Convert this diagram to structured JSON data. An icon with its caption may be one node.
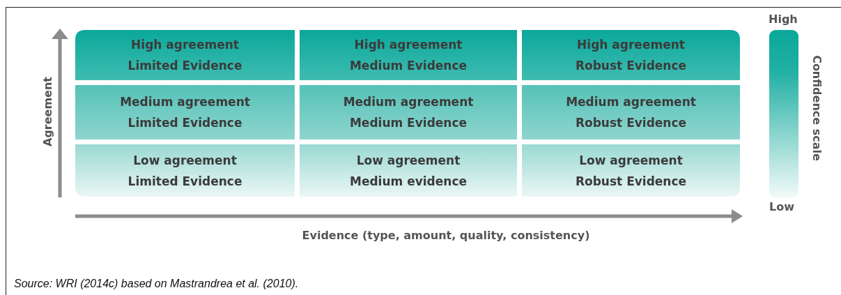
{
  "diagram": {
    "caption": "Source: WRI (2014c) based on Mastrandrea et al. (2010).",
    "nodes": [
      {
        "text": [
          "High agreement",
          "Limited Evidence"
        ]
      },
      {
        "text": [
          "High agreement",
          "Medium Evidence"
        ]
      },
      {
        "text": [
          "High agreement",
          "Robust Evidence"
        ]
      },
      {
        "text": [
          "Medium agreement",
          "Limited Evidence"
        ]
      },
      {
        "text": [
          "Medium agreement",
          "Medium Evidence"
        ]
      },
      {
        "text": [
          "Medium agreement",
          "Robust Evidence"
        ]
      },
      {
        "text": [
          "Low agreement",
          "Limited Evidence"
        ]
      },
      {
        "text": [
          "Low agreement",
          "Medium evidence"
        ]
      },
      {
        "text": [
          "Low agreement",
          "Robust Evidence"
        ]
      },
      {
        "text": [],
        "shape": "bar"
      }
    ],
    "labels": [
      "High",
      "Agreement",
      "Confidence scale",
      "Low",
      "Evidence (type, amount, quality, consistency)"
    ]
  }
}
